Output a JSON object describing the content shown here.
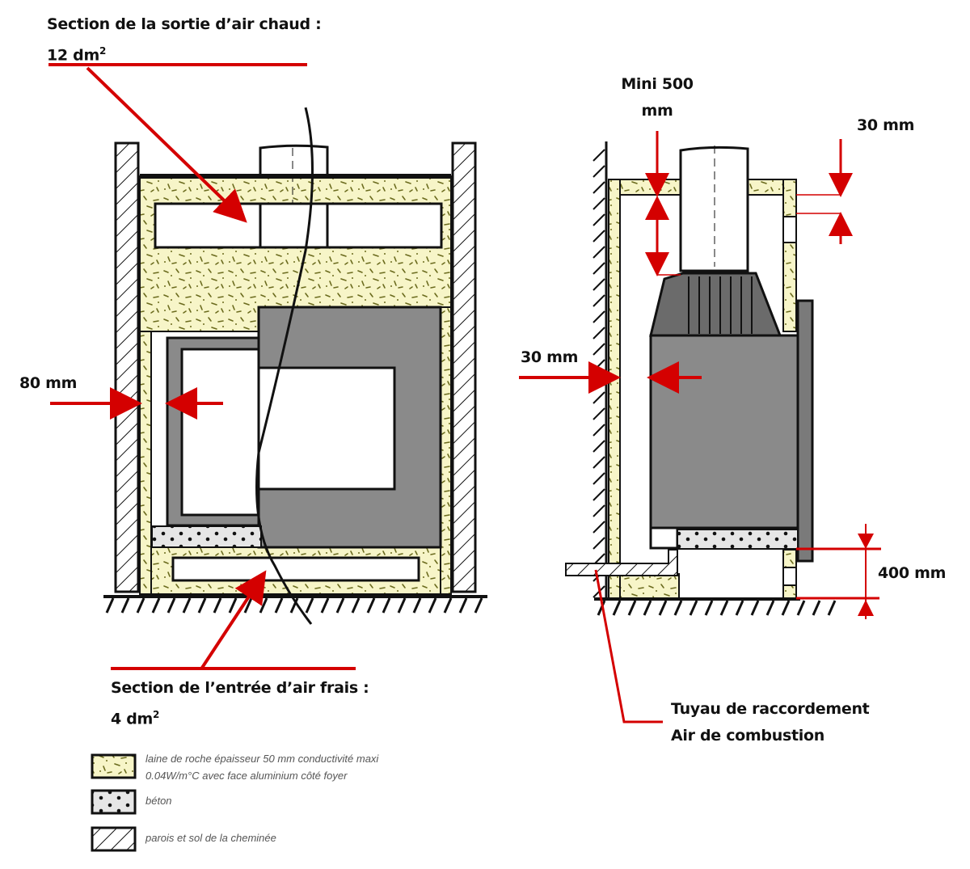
{
  "colors": {
    "annotation": "#d40000",
    "insulation": "#f7f5c8",
    "insulation_speck": "#6b6b1e",
    "firebox": "#8a8a8a",
    "concrete": "#e6e6e6",
    "ink": "#111111"
  },
  "left_view": {
    "hot_air_outlet_label": "Section de la sortie d’air chaud :",
    "hot_air_outlet_value": "12 dm",
    "hot_air_outlet_sup": "2",
    "side_gap_label": "80 mm",
    "fresh_air_inlet_label": "Section de l’entrée d’air frais :",
    "fresh_air_inlet_value": "4 dm",
    "fresh_air_inlet_sup": "2"
  },
  "right_view": {
    "min_height_label_line1": "Mini 500",
    "min_height_label_line2": "mm",
    "top_gap_label": "30 mm",
    "back_gap_label": "30 mm",
    "base_height_label": "400 mm",
    "pipe_label_line1": "Tuyau de raccordement",
    "pipe_label_line2": "Air de combustion"
  },
  "legend": [
    {
      "swatch": "rock-wool",
      "text_line1": "laine de roche épaisseur 50 mm conductivité maxi",
      "text_line2": "0.04W/m°C avec face aluminium côté foyer"
    },
    {
      "swatch": "concrete",
      "text_line1": "béton",
      "text_line2": ""
    },
    {
      "swatch": "hatch",
      "text_line1": "parois et sol de la cheminée",
      "text_line2": ""
    }
  ]
}
